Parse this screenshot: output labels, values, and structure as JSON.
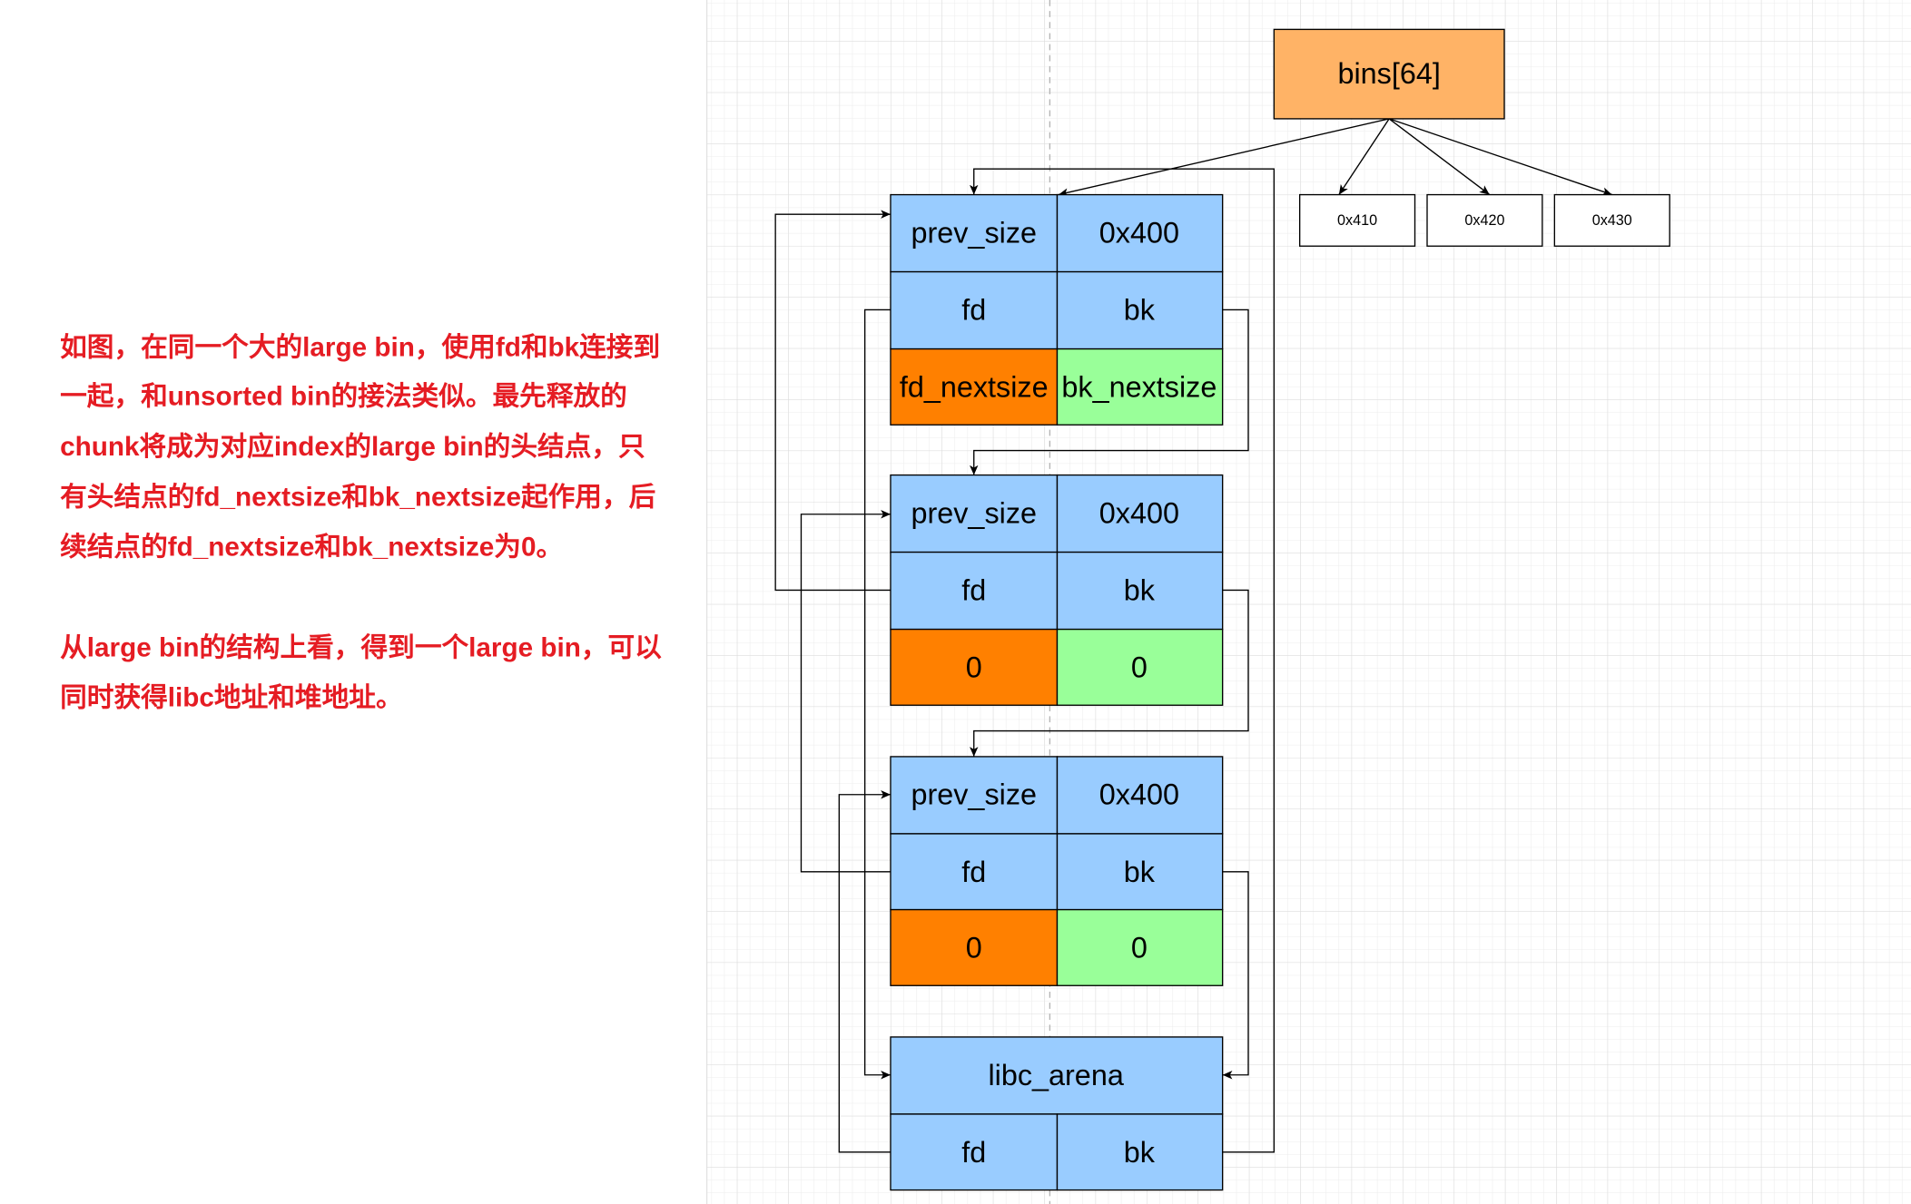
{
  "note": {
    "paragraph_1": [
      "如图，在同一个大的large bin，使用fd和bk连接到",
      "一起，和unsorted bin的接法类似。最先释放的",
      "chunk将成为对应index的large bin的头结点，只",
      "有头结点的fd_nextsize和bk_nextsize起作用，后",
      "续结点的fd_nextsize和bk_nextsize为0。"
    ],
    "paragraph_2": [
      "从large bin的结构上看，得到一个large bin，可以",
      "同时获得libc地址和堆地址。"
    ]
  },
  "diagram": {
    "bins": {
      "label": "bins[64]",
      "sizes": [
        "0x410",
        "0x420",
        "0x430"
      ]
    },
    "chunks": [
      {
        "prev_size": "prev_size",
        "size": "0x400",
        "fd": "fd",
        "bk": "bk",
        "fd_nextsize": "fd_nextsize",
        "bk_nextsize": "bk_nextsize"
      },
      {
        "prev_size": "prev_size",
        "size": "0x400",
        "fd": "fd",
        "bk": "bk",
        "fd_nextsize": "0",
        "bk_nextsize": "0"
      },
      {
        "prev_size": "prev_size",
        "size": "0x400",
        "fd": "fd",
        "bk": "bk",
        "fd_nextsize": "0",
        "bk_nextsize": "0"
      }
    ],
    "arena": {
      "label": "libc_arena",
      "fd": "fd",
      "bk": "bk"
    }
  },
  "colors": {
    "note_text": "#e51c23",
    "bins_fill": "#ffb366",
    "cell_blue": "#99ccff",
    "fd_nextsize_orange": "#ff8000",
    "bk_nextsize_green": "#99ff99",
    "box_white": "#ffffff",
    "stroke": "#000000"
  }
}
